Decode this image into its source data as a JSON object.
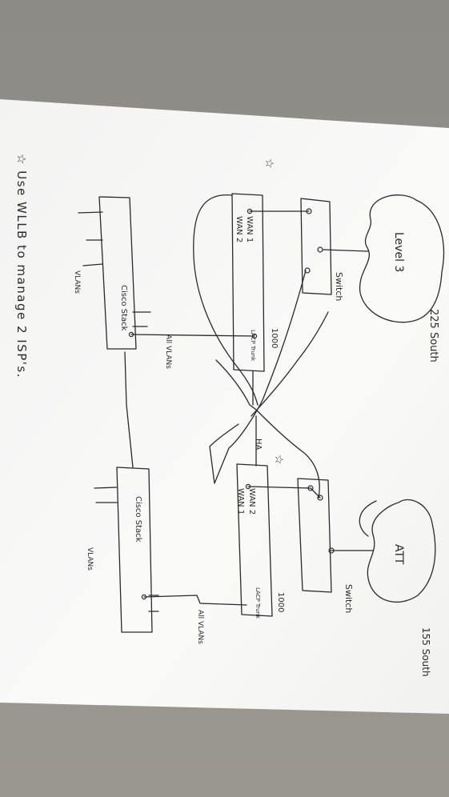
{
  "colors": {
    "table_top": "#8d8b86",
    "table_bottom": "#9a978f",
    "paper": "#f6f6f4",
    "ink": "#2a2a2e"
  },
  "diagram": {
    "star_top": "☆",
    "note": "☆ Use WLLB to manage 2 ISP's.",
    "site_a": {
      "name": "225 South",
      "cloud": "Level 3",
      "switch": "Switch",
      "firewall_ports": [
        "WAN 1",
        "WAN 2"
      ],
      "firewall_model": "1000",
      "lag_label": "LACP Trunk",
      "stack": "Cisco Stack",
      "vlans": "VLANs",
      "trunk_label": "All VLANs"
    },
    "ha_label": "HA",
    "star_mid": "☆",
    "site_b": {
      "name": "155 South",
      "cloud": "ATT",
      "switch": "Switch",
      "firewall_ports": [
        "WAN 2",
        "WAN 1"
      ],
      "firewall_model": "1000",
      "lag_label": "LACP Trunk",
      "stack": "Cisco Stack",
      "vlans": "VLANs",
      "trunk_label": "All VLANs"
    }
  }
}
